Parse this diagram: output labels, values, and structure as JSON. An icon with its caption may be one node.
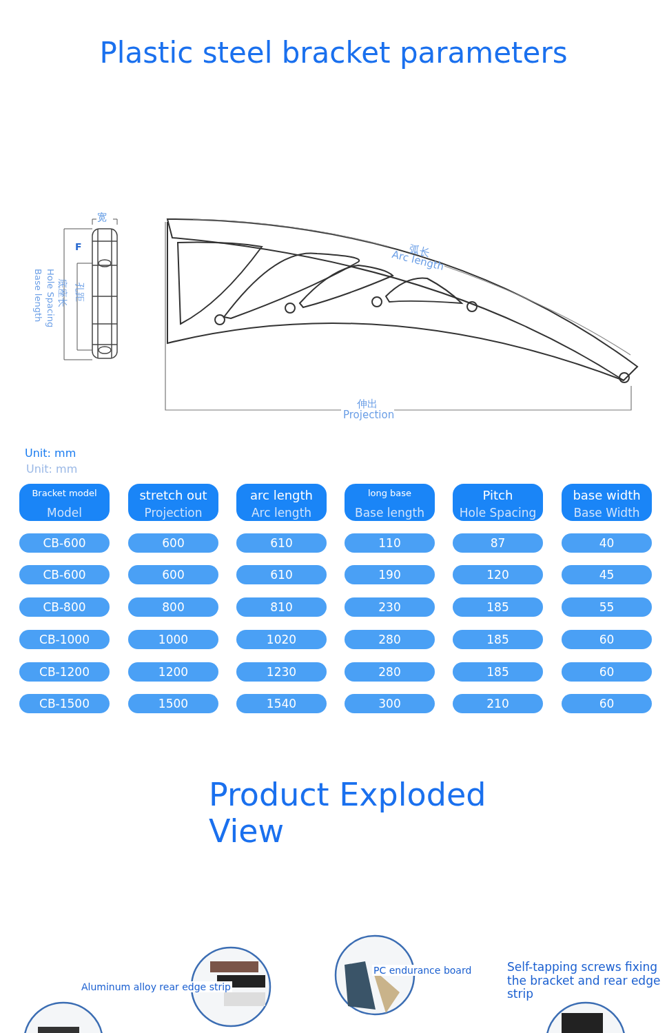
{
  "diagram": {
    "title": "Plastic steel bracket parameters",
    "labels": [
      "宽",
      "F",
      "Base length",
      "Hole Spacing",
      "底座长",
      "孔距",
      "弧长",
      "Arc length",
      "伸出",
      "Projection",
      "Unit: mm",
      "Unit: mm",
      "Bracket model",
      "Model",
      "stretch out",
      "Projection",
      "arc length",
      "Arc length",
      "long base",
      "Base length",
      "Pitch",
      "Hole Spacing",
      "base width",
      "Base Width",
      "CB-600",
      "600",
      "610",
      "110",
      "87",
      "40",
      "CB-600",
      "600",
      "610",
      "190",
      "120",
      "45",
      "CB-800",
      "800",
      "810",
      "230",
      "185",
      "55",
      "CB-1000",
      "1000",
      "1020",
      "280",
      "185",
      "60",
      "CB-1200",
      "1200",
      "1230",
      "280",
      "185",
      "60",
      "CB-1500",
      "1500",
      "1540",
      "300",
      "210",
      "60",
      "Product Exploded View",
      "Aluminum alloy rear edge strip",
      "PC endurance board",
      "Self-tapping screws fixing the bracket and rear edge strip"
    ]
  }
}
